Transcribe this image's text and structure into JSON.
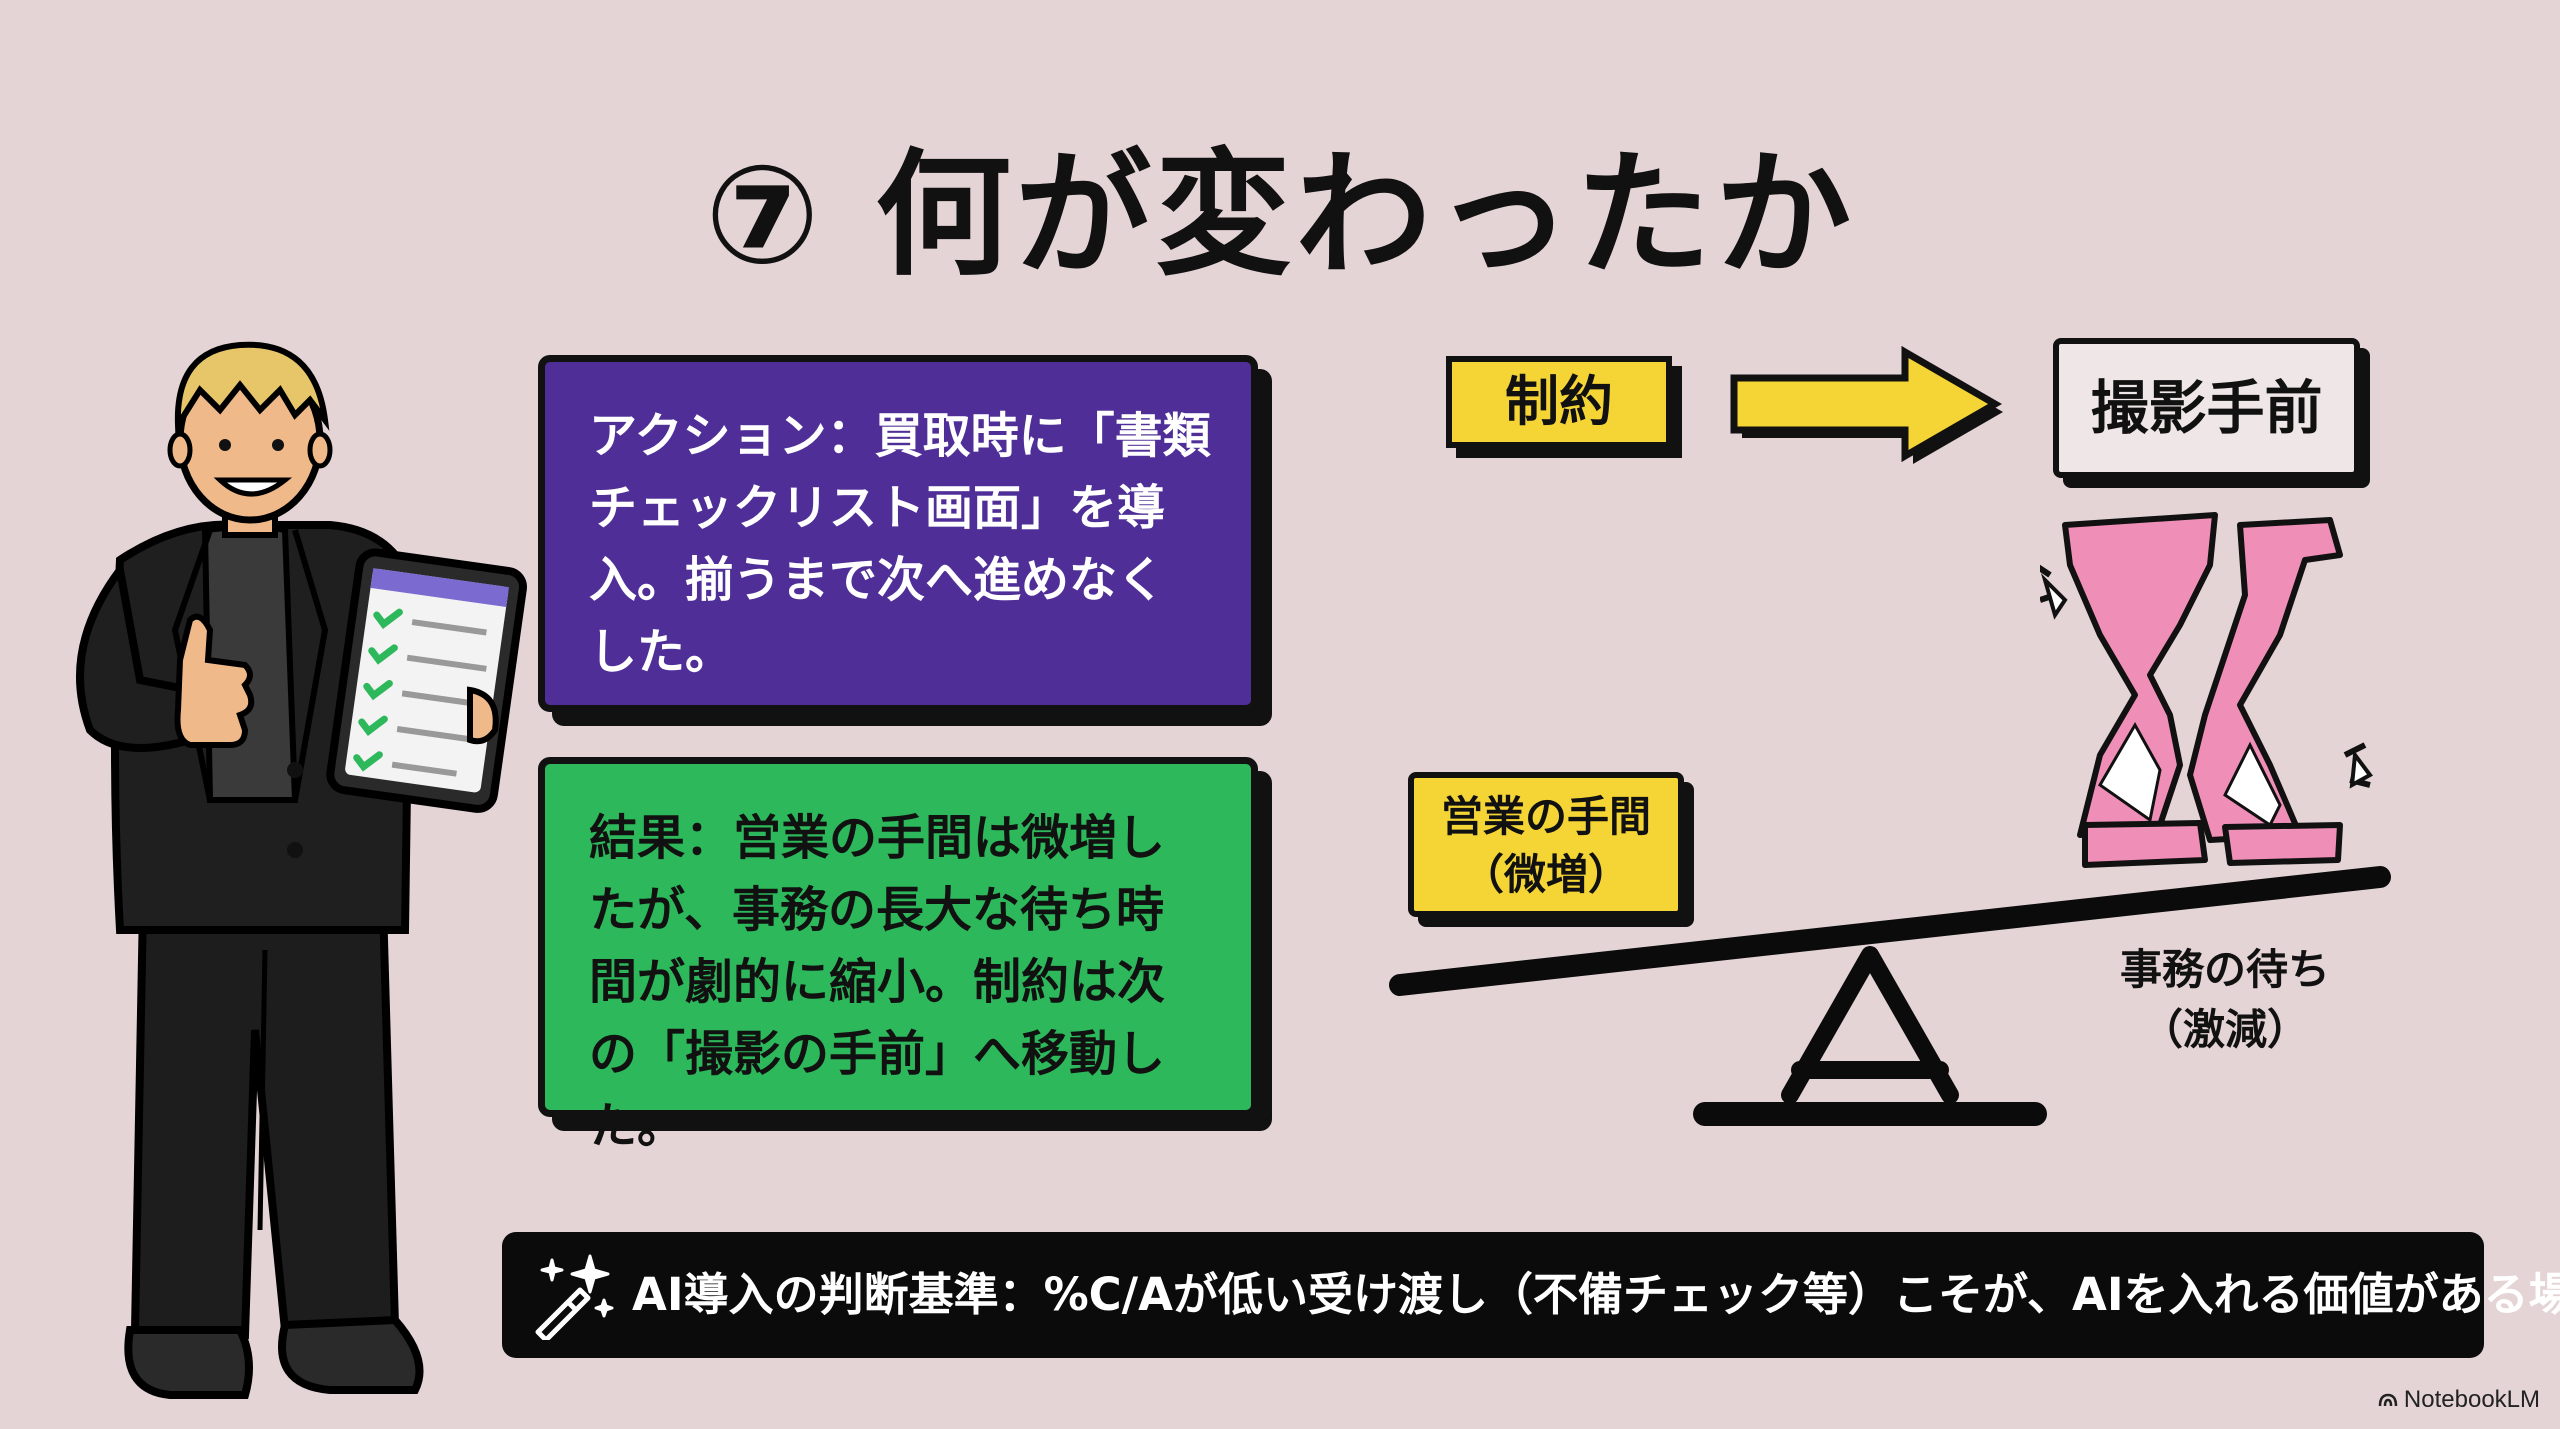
{
  "slide": {
    "title": "⑦ 何が変わったか",
    "action_text": "アクション：買取時に「書類チェックリスト画面」を導入。揃うまで次へ進めなくした。",
    "result_text": "結果：営業の手間は微増したが、事務の長大な待ち時間が劇的に縮小。制約は次の「撮影の手前」へ移動した。",
    "constraint_label": "制約",
    "before_shooting_label": "撮影手前",
    "effort_label_line1": "営業の手間",
    "effort_label_line2": "（微増）",
    "wait_label_line1": "事務の待ち",
    "wait_label_line2": "（激減）",
    "banner_text": "AI導入の判断基準：%C/Aが低い受け渡し（不備チェック等）こそが、AIを入れる価値がある場所。",
    "brand": "NotebookLM"
  },
  "colors": {
    "background": "#e4d4d5",
    "action_card": "#4f2f97",
    "result_card": "#2db85b",
    "tag_yellow": "#f5d535",
    "hourglass_pink": "#ef8fb8",
    "banner": "#0b0b0b"
  },
  "icons": [
    "magic-wand-icon",
    "arrow-right-icon",
    "broken-hourglass-icon",
    "seesaw-icon",
    "checklist-tablet-icon",
    "notebooklm-logo-icon"
  ]
}
